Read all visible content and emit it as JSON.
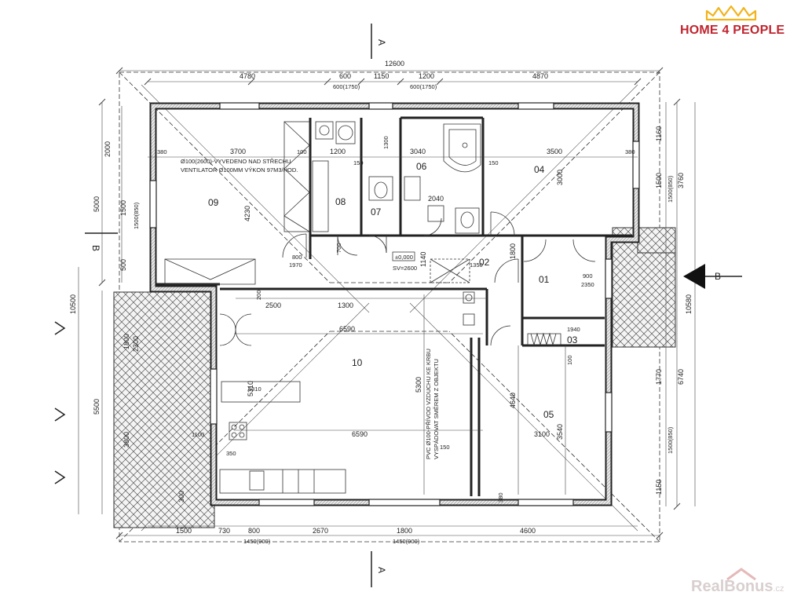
{
  "logo": {
    "text": "HOME 4 PEOPLE",
    "color": "#c0252f",
    "crown_color": "#f2b31a"
  },
  "watermark": {
    "text": "RealBonus",
    "suffix": ".cz"
  },
  "sections": {
    "a_top": "A",
    "a_bottom": "A",
    "b_left": "B",
    "b_right": "B"
  },
  "rooms": [
    "01",
    "02",
    "03",
    "04",
    "05",
    "06",
    "07",
    "08",
    "09",
    "10"
  ],
  "dims_top": [
    "12600",
    "4780",
    "600",
    "1150",
    "1200",
    "4870",
    "600(1750)",
    "600(1750)"
  ],
  "dims_top_inner": [
    "3700",
    "1200",
    "3040",
    "3500",
    "380",
    "380",
    "150",
    "150",
    "100",
    "1300",
    "2040"
  ],
  "dims_bottom": [
    "1500",
    "730",
    "800",
    "2670",
    "1800",
    "4600",
    "1450(900)",
    "1450(900)"
  ],
  "dims_left": [
    "2000",
    "5000",
    "1500",
    "1500(850)",
    "500",
    "10500",
    "1800",
    "2300",
    "5500",
    "3800",
    "300"
  ],
  "dims_right": [
    "1160",
    "1500",
    "1500(850)",
    "3760",
    "10580",
    "1770",
    "6740",
    "1500(850)",
    "1150"
  ],
  "dims_interior": [
    "4230",
    "6590",
    "6590",
    "5310",
    "5300",
    "4640",
    "3540",
    "3100",
    "3000",
    "2500",
    "1300",
    "1140",
    "1800",
    "1940",
    "2350",
    "900",
    "1970",
    "800",
    "700",
    "200",
    "150",
    "100",
    "380",
    "5310",
    "1100",
    "350",
    "1350"
  ],
  "notes": {
    "vent": "Ø100(2600)-VYVEDENO NAD STŘECHU",
    "vent2": "VENTILATOR Ø100MM VÝKON 97M3/HOD.",
    "level": "±0,000",
    "sv": "SV=2600",
    "pvc1": "PVC Ø100-PŘÍVOD VZDUCHU KE KRBU",
    "pvc2": "VYSPÁDOVAT SMĚREM Z OBJEKTU"
  }
}
